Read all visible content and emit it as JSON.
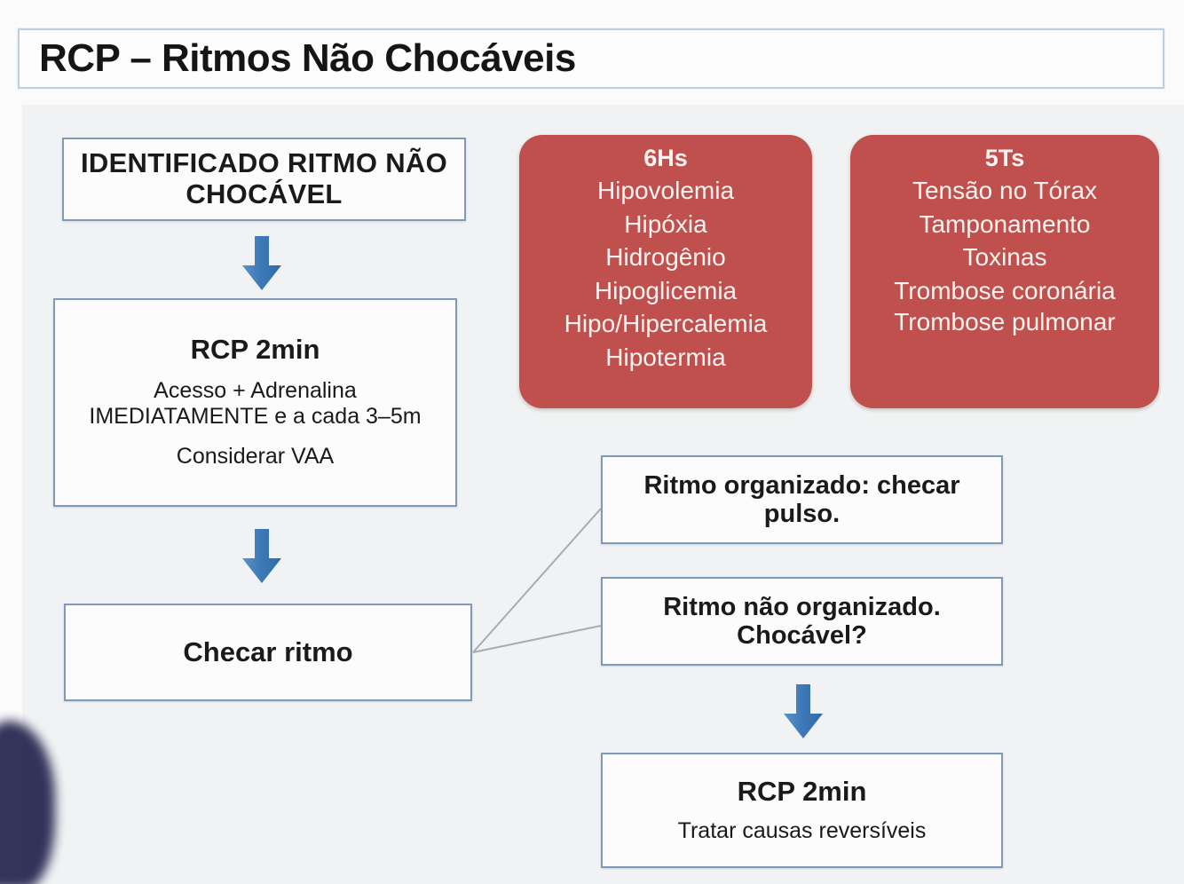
{
  "slide": {
    "title": "RCP – Ritmos Não Chocáveis",
    "background_color": "#f1f2f3",
    "accent_blue": "#3d7ab8",
    "box_border_color": "#7f99bb",
    "cause_box_color": "#c0504d"
  },
  "flow": {
    "identificado": {
      "heading": "IDENTIFICADO RITMO NÃO CHOCÁVEL"
    },
    "rcp_primeiro": {
      "heading": "RCP 2min",
      "line1": "Acesso + Adrenalina IMEDIATAMENTE e a cada 3–5m",
      "line2": "Considerar VAA"
    },
    "checar_ritmo": {
      "heading": "Checar ritmo"
    },
    "ritmo_organizado": {
      "heading": "Ritmo organizado: checar pulso."
    },
    "ritmo_nao_organizado": {
      "heading": "Ritmo não organizado. Chocável?"
    },
    "rcp_segundo": {
      "heading": "RCP 2min",
      "line1": "Tratar causas reversíveis"
    }
  },
  "causes": {
    "hs": {
      "title": "6Hs",
      "items": [
        "Hipovolemia",
        "Hipóxia",
        "Hidrogênio",
        "Hipoglicemia",
        "Hipo/Hipercalemia",
        "Hipotermia"
      ]
    },
    "ts": {
      "title": "5Ts",
      "items": [
        "Tensão no Tórax",
        "Tamponamento",
        "Toxinas",
        "Trombose coronária",
        "Trombose pulmonar"
      ]
    }
  },
  "icons": {
    "arrow_down": "down-arrow-icon"
  }
}
